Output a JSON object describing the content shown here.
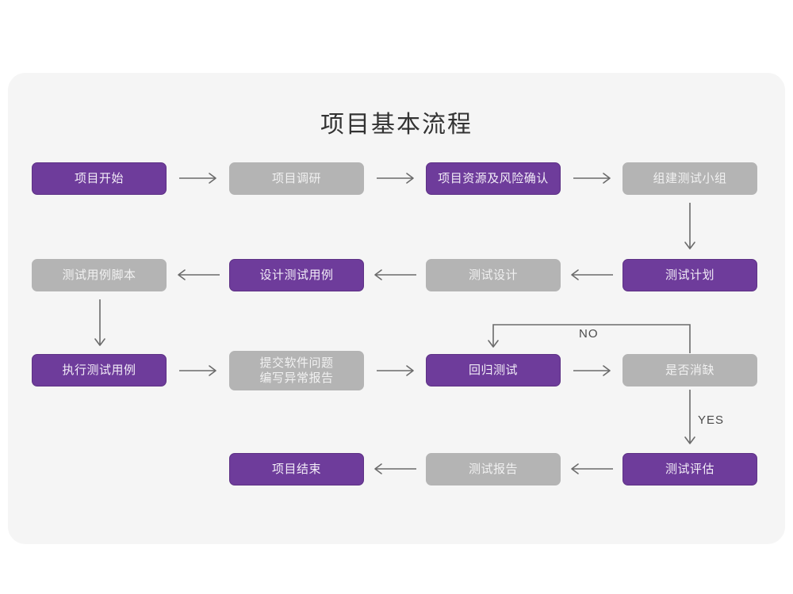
{
  "diagram": {
    "title": "项目基本流程",
    "colors": {
      "canvas": "#ffffff",
      "card_background": "#f5f5f5",
      "accent_purple": "#6e3c9b",
      "muted_gray": "#b4b4b4",
      "connector": "#6b6b6b",
      "title_text": "#333333"
    },
    "nodes": [
      {
        "id": "n1",
        "label": "项目开始",
        "style": "purple"
      },
      {
        "id": "n2",
        "label": "项目调研",
        "style": "gray"
      },
      {
        "id": "n3",
        "label": "项目资源及风险确认",
        "style": "purple"
      },
      {
        "id": "n4",
        "label": "组建测试小组",
        "style": "gray"
      },
      {
        "id": "n5",
        "label": "测试用例脚本",
        "style": "gray"
      },
      {
        "id": "n6",
        "label": "设计测试用例",
        "style": "purple"
      },
      {
        "id": "n7",
        "label": "测试设计",
        "style": "gray"
      },
      {
        "id": "n8",
        "label": "测试计划",
        "style": "purple"
      },
      {
        "id": "n9",
        "label": "执行测试用例",
        "style": "purple"
      },
      {
        "id": "n10",
        "label": "提交软件问题\n编写异常报告",
        "style": "gray"
      },
      {
        "id": "n11",
        "label": "回归测试",
        "style": "purple"
      },
      {
        "id": "n12",
        "label": "是否消缺",
        "style": "gray"
      },
      {
        "id": "n13",
        "label": "项目结束",
        "style": "purple"
      },
      {
        "id": "n14",
        "label": "测试报告",
        "style": "gray"
      },
      {
        "id": "n15",
        "label": "测试评估",
        "style": "purple"
      }
    ],
    "edge_labels": {
      "no": "NO",
      "yes": "YES"
    }
  }
}
